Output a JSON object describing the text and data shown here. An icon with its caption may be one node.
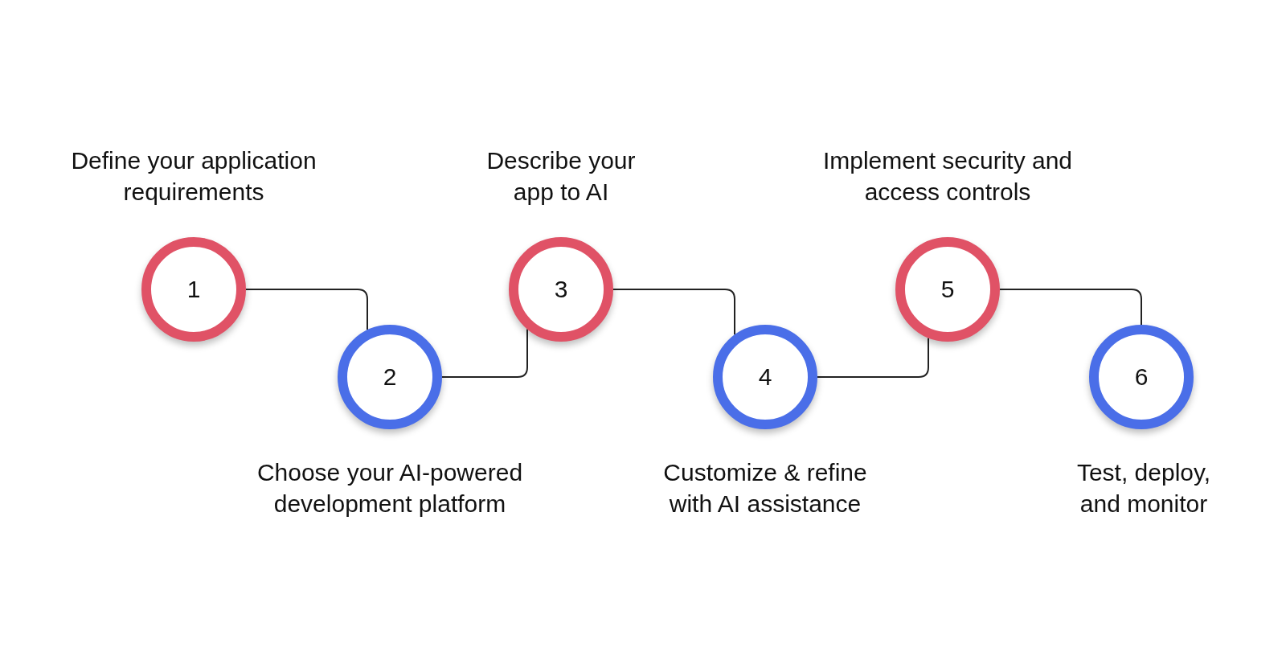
{
  "diagram": {
    "nodes": [
      {
        "text": [
          "1"
        ],
        "beside": [
          "Define your application requirements"
        ]
      },
      {
        "text": [
          "2"
        ],
        "beside": [
          "Choose your AI-powered development platform"
        ]
      },
      {
        "text": [
          "3"
        ],
        "beside": [
          "Describe your app to AI"
        ]
      },
      {
        "text": [
          "4"
        ],
        "beside": [
          "Customize & refine with AI assistance"
        ]
      },
      {
        "text": [
          "5"
        ],
        "beside": [
          "Implement security and access controls"
        ]
      },
      {
        "text": [
          "6"
        ],
        "beside": [
          "Test, deploy, and monitor"
        ]
      }
    ],
    "edges": [
      {
        "from": 0,
        "to": 1,
        "arrow": "none"
      },
      {
        "from": 1,
        "to": 2,
        "arrow": "none"
      },
      {
        "from": 2,
        "to": 3,
        "arrow": "none"
      },
      {
        "from": 3,
        "to": 4,
        "arrow": "none"
      },
      {
        "from": 4,
        "to": 5,
        "arrow": "none"
      }
    ]
  }
}
